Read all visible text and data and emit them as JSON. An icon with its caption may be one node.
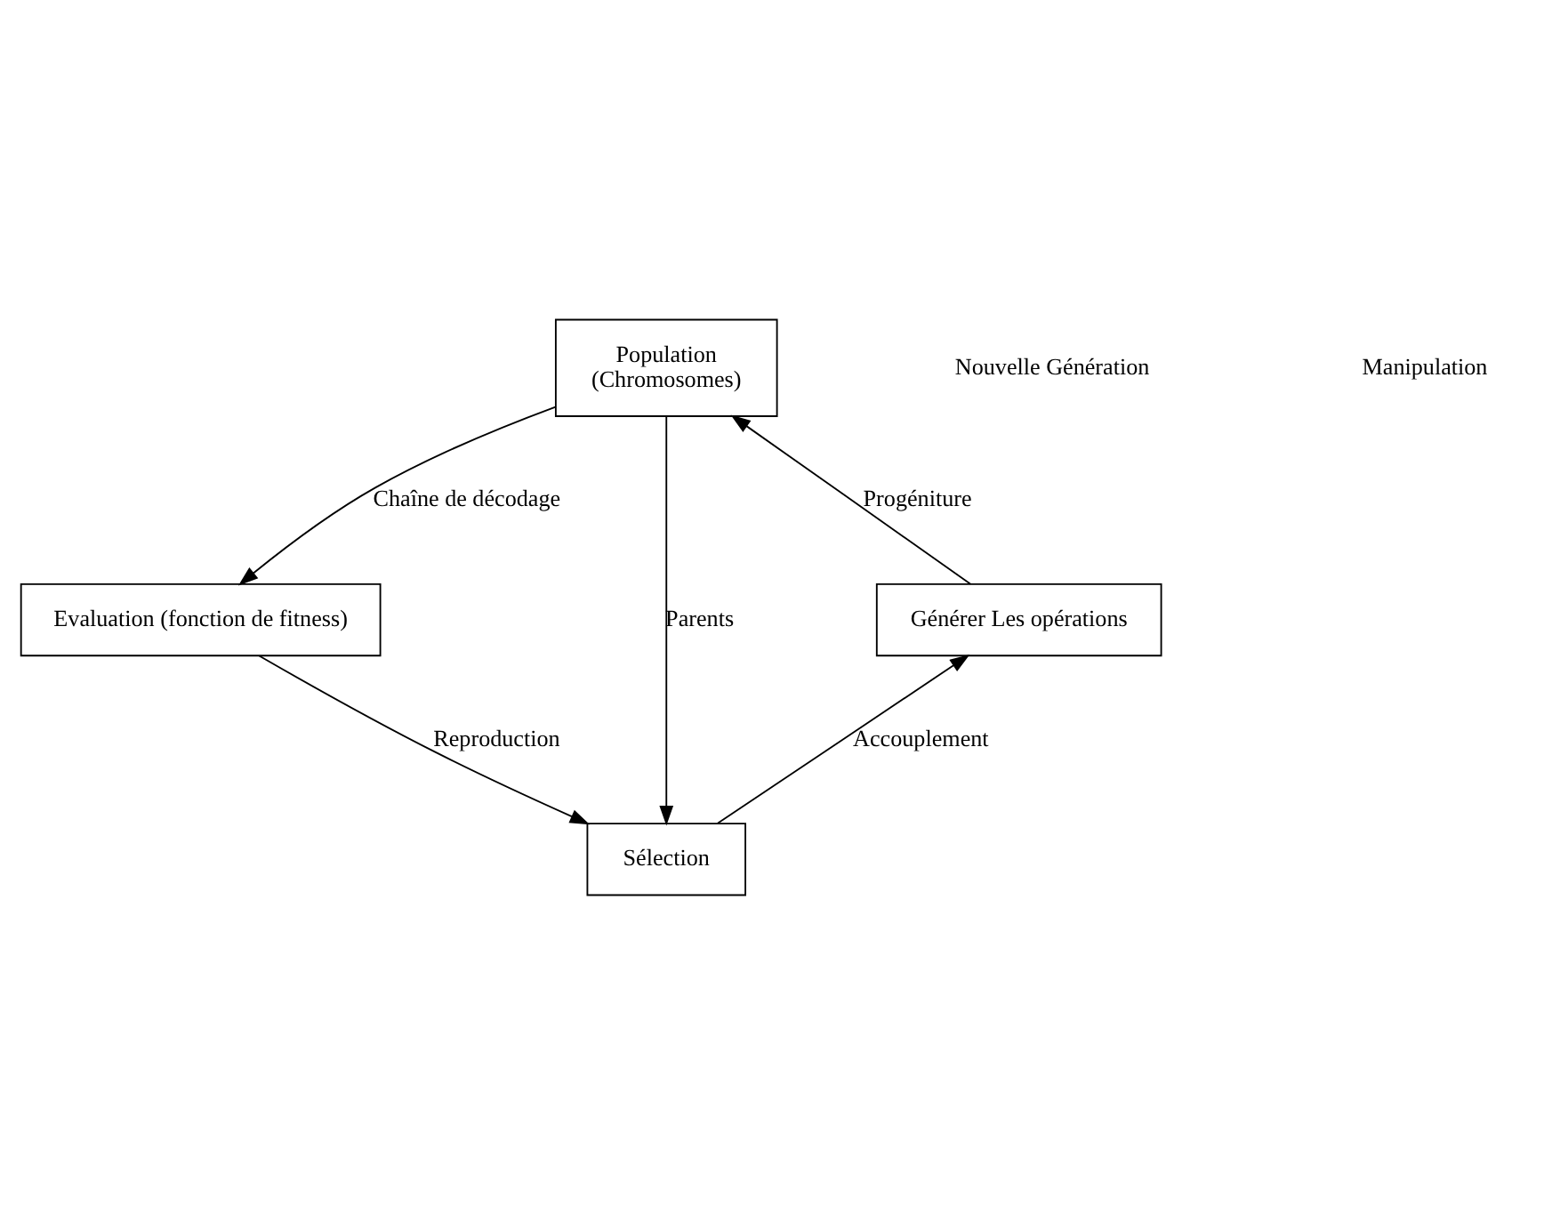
{
  "diagram": {
    "nodes": [
      {
        "text": [
          "Population",
          "(Chromosomes)"
        ]
      },
      {
        "text": [
          "Générer Les opérations"
        ]
      },
      {
        "text": [
          "Evaluation (fonction de fitness)"
        ]
      },
      {
        "text": [
          "Sélection"
        ]
      }
    ],
    "edges": [
      {
        "from": 0,
        "to": 2,
        "arrow": "to",
        "label": "Chaîne de décodage"
      },
      {
        "from": 2,
        "to": 3,
        "arrow": "to",
        "label": "Reproduction"
      },
      {
        "from": 0,
        "to": 3,
        "arrow": "to",
        "label": "Parents"
      },
      {
        "from": 3,
        "to": 1,
        "arrow": "to",
        "label": "Accouplement"
      },
      {
        "from": 1,
        "to": 0,
        "arrow": "to",
        "label": "Progéniture"
      }
    ],
    "labels": [
      "Nouvelle Génération",
      "Manipulation"
    ]
  }
}
